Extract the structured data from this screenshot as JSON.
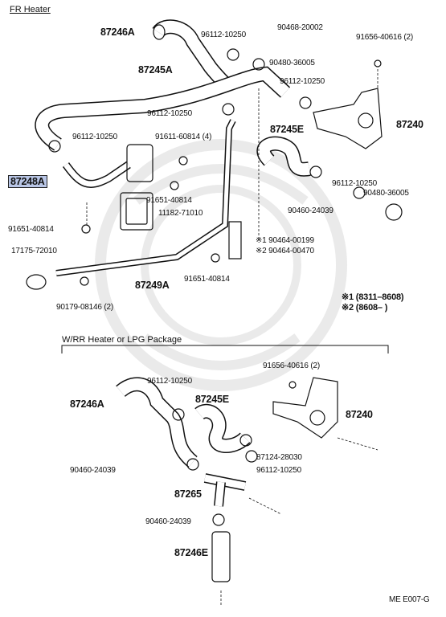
{
  "header": {
    "title": "FR Heater",
    "section2": "W/RR Heater or LPG Package",
    "footer": "ME E007-G"
  },
  "highlight_color": "#b9c6e6",
  "notes": [
    {
      "mark": "※1",
      "text": "(8311–8608)"
    },
    {
      "mark": "※2",
      "text": "(8608–        )"
    }
  ],
  "parts_top": {
    "p87246A": "87246A",
    "c96112a": "96112-10250",
    "p90468": "90468-20002",
    "p90480a": "90480-36005",
    "p91656a": "91656-40616 (2)",
    "p87245A": "87245A",
    "c96112b": "96112-10250",
    "c96112c": "96112-10250",
    "p87240a": "87240",
    "c96112d": "96112-10250",
    "p91611": "91611-60814 (4)",
    "p87245Ea": "87245E",
    "p87248A": "87248A",
    "c96112e": "96112-10250",
    "p90480b": "90480-36005",
    "p91651a": "91651-40814",
    "p11182": "11182-71010",
    "p90460a": "90460-24039",
    "p91651b": "91651-40814",
    "p90464a": "※1 90464-00199",
    "p90464b": "※2 90464-00470",
    "p17175": "17175-72010",
    "p91651c": "91651-40814",
    "p87249A": "87249A",
    "p90179": "90179-08146 (2)"
  },
  "parts_bottom": {
    "p91656b": "91656-40616 (2)",
    "c96112f": "96112-10250",
    "p87246Ab": "87246A",
    "p87245Eb": "87245E",
    "p87240b": "87240",
    "p87124": "87124-28030",
    "p90460b": "90460-24039",
    "c96112g": "96112-10250",
    "p87265": "87265",
    "p90460c": "90460-24039",
    "p87246E": "87246E"
  }
}
